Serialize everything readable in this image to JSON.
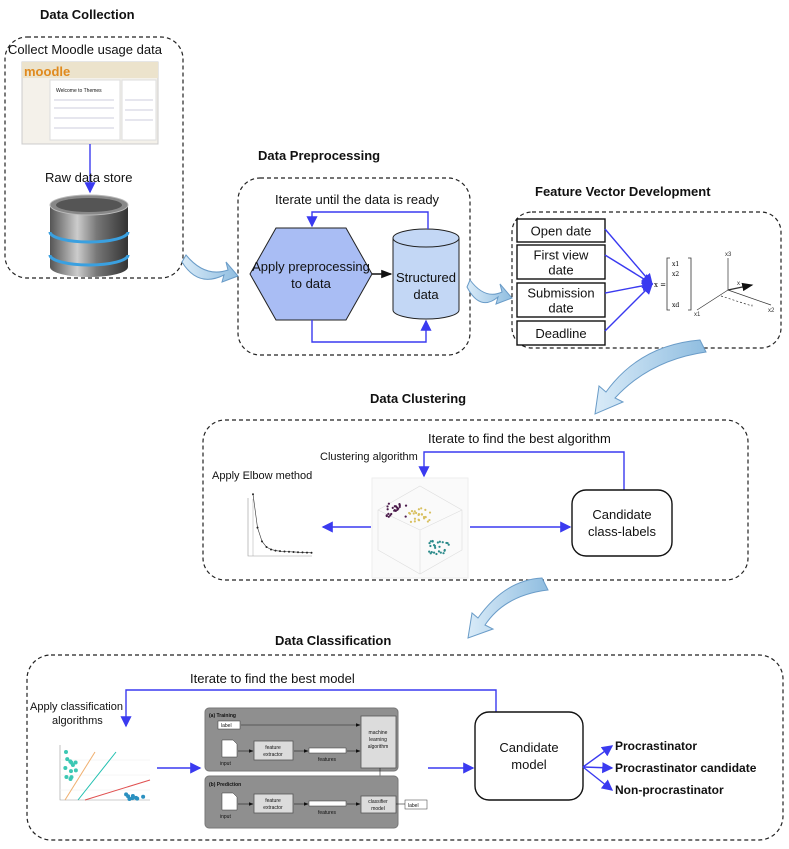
{
  "colors": {
    "arrow": "#3a3af0",
    "stage_arrow": "#9cc4e4",
    "panel": "#8f8f8f"
  },
  "collection": {
    "title": "Data Collection",
    "collect_label": "Collect Moodle usage data",
    "moodle_logo": "moodle",
    "moodle_welcome": "Welcome to Themes",
    "raw_store_label": "Raw data store"
  },
  "preprocessing": {
    "title": "Data Preprocessing",
    "iterate_label": "Iterate until the data is ready",
    "process_line1": "Apply preprocessing",
    "process_line2": "to data",
    "store_line1": "Structured",
    "store_line2": "data"
  },
  "features": {
    "title": "Feature Vector Development",
    "items": [
      [
        "Open date"
      ],
      [
        "First view",
        "date"
      ],
      [
        "Submission",
        "date"
      ],
      [
        "Deadline"
      ]
    ],
    "vector": {
      "eq": "x =",
      "x1": "x1",
      "x2": "x2",
      "xd": "xd",
      "axis_x1": "x1",
      "axis_x2": "x2",
      "axis_x3": "x3",
      "vec": "x"
    }
  },
  "clustering": {
    "title": "Data Clustering",
    "iterate_label": "Iterate to find the best algorithm",
    "algorithm_label": "Clustering algorithm",
    "elbow_label": "Apply Elbow method",
    "candidate_line1": "Candidate",
    "candidate_line2": "class-labels"
  },
  "classification": {
    "title": "Data Classification",
    "iterate_label": "Iterate to find the best model",
    "apply_line1": "Apply classification",
    "apply_line2": "algorithms",
    "training": {
      "title": "(a) Training",
      "label": "label",
      "input": "input",
      "extractor_line1": "feature",
      "extractor_line2": "extractor",
      "features": "features",
      "ml_line1": "machine",
      "ml_line2": "learning",
      "ml_line3": "algorithm"
    },
    "prediction": {
      "title": "(b) Prediction",
      "input": "input",
      "extractor_line1": "feature",
      "extractor_line2": "extractor",
      "features": "features",
      "model_line1": "classifier",
      "model_line2": "model",
      "label": "label"
    },
    "candidate_line1": "Candidate",
    "candidate_line2": "model",
    "outputs": [
      "Procrastinator",
      "Procrastinator candidate",
      "Non-procrastinator"
    ]
  }
}
